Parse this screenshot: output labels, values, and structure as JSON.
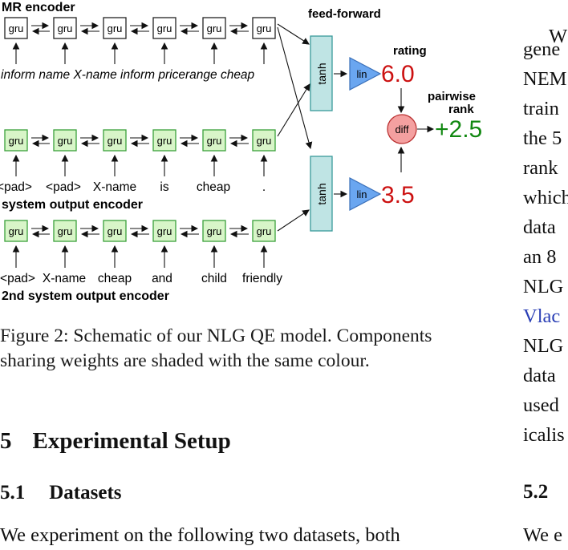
{
  "diagram": {
    "mr_encoder_title": "MR encoder",
    "feed_forward_title": "feed-forward",
    "rating_title": "rating",
    "pairwise_rank_title_1": "pairwise",
    "pairwise_rank_title_2": "rank",
    "gru_label": "gru",
    "tanh_label": "tanh",
    "lin_label": "lin",
    "diff_label": "diff",
    "mr_tokens": "inform name X-name inform pricerange cheap",
    "sys_tokens": [
      "<pad>",
      "<pad>",
      "X-name",
      "is",
      "cheap",
      "."
    ],
    "sys_encoder_title": "system output encoder",
    "sys2_tokens": [
      "<pad>",
      "X-name",
      "cheap",
      "and",
      "child",
      "friendly"
    ],
    "sys2_encoder_title": "2nd system output encoder",
    "rating_top": "6.0",
    "rating_bottom": "3.5",
    "pairwise_value": "+2.5",
    "colors": {
      "rating_red": "#cc1111",
      "pairwise_green": "#118811",
      "gru_green_fill": "#d8f5c8",
      "gru_green_stroke": "#3aa03a",
      "tanh_fill": "#bfe4e4",
      "lin_fill": "#6aa6f0",
      "diff_fill": "#f4a0a0"
    }
  },
  "caption": "Figure 2: Schematic of our NLG QE model. Components sharing weights are shaded with the same colour.",
  "section": {
    "number": "5",
    "title": "Experimental Setup"
  },
  "subsection": {
    "number": "5.1",
    "title": "Datasets"
  },
  "body_text": "We experiment on the following two datasets, both",
  "right_column": {
    "lines": [
      "W",
      "gene",
      "NEM",
      "train",
      "the 5",
      "rank",
      "which",
      "data",
      "an 8",
      "NLG",
      "Vlac",
      "NLG",
      "data",
      "used",
      "icalis"
    ],
    "subsection_number": "5.2",
    "last_line": "We e"
  }
}
